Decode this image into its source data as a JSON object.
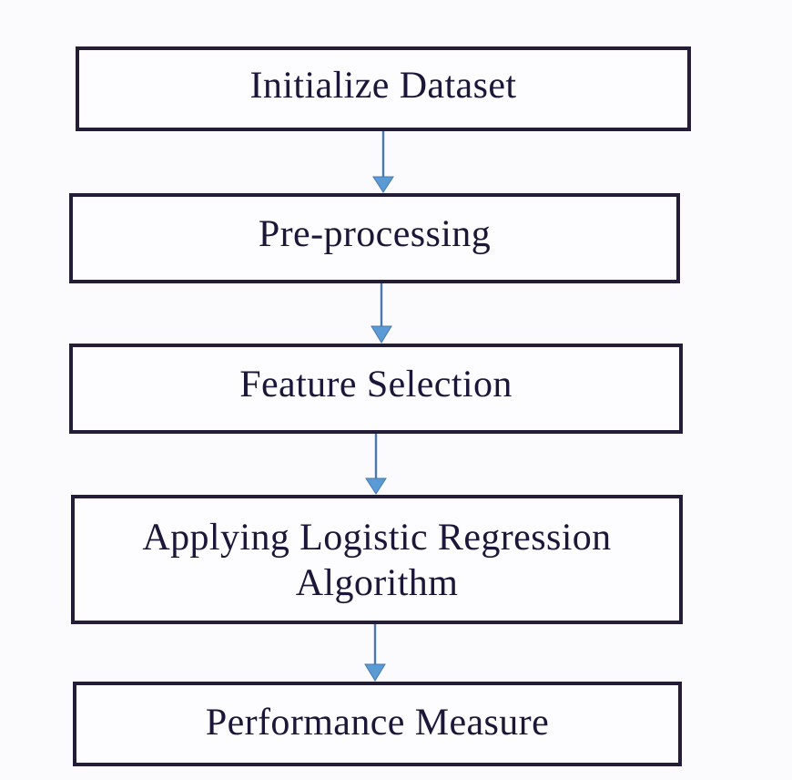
{
  "diagram": {
    "type": "flowchart",
    "orientation": "vertical-top-down",
    "background_color": "#fbfafd",
    "box_border_color": "#241d38",
    "box_fill_color": "#fdfcff",
    "text_color": "#1c1638",
    "arrow_color": "#5b9bd5",
    "arrow_line_color": "#4a78ab",
    "nodes": [
      {
        "id": "initialize-dataset",
        "label": "Initialize Dataset"
      },
      {
        "id": "pre-processing",
        "label": "Pre-processing"
      },
      {
        "id": "feature-selection",
        "label": "Feature Selection"
      },
      {
        "id": "applying-logistic-regression-algorithm",
        "label": "Applying Logistic Regression\nAlgorithm"
      },
      {
        "id": "performance-measure",
        "label": "Performance Measure"
      }
    ],
    "edges": [
      {
        "from": "initialize-dataset",
        "to": "pre-processing",
        "label": ""
      },
      {
        "from": "pre-processing",
        "to": "feature-selection",
        "label": ""
      },
      {
        "from": "feature-selection",
        "to": "applying-logistic-regression-algorithm",
        "label": ""
      },
      {
        "from": "applying-logistic-regression-algorithm",
        "to": "performance-measure",
        "label": ""
      }
    ]
  }
}
